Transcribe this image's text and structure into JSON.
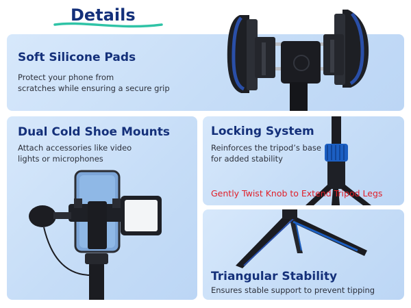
{
  "header": {
    "title": "Details",
    "underline_color": "#2fc3a6"
  },
  "colors": {
    "title": "#14307a",
    "body_text": "#2b2f3a",
    "card_bg": "#c9def7",
    "accent_blue": "#1c5fc2",
    "red_note": "#e0202a"
  },
  "cards": {
    "silicone": {
      "title": "Soft Silicone Pads",
      "desc_line1": "Protect your phone from",
      "desc_line2": "scratches while ensuring a secure grip",
      "image_icon": "phone-clamp-image"
    },
    "cold_shoe": {
      "title": "Dual Cold Shoe Mounts",
      "desc_line1": "Attach accessories like video",
      "desc_line2": "lights or microphones",
      "image_icon": "phone-mount-with-light-and-mic-image"
    },
    "locking": {
      "title": "Locking System",
      "desc_line1": "Reinforces the tripod’s base",
      "desc_line2": "for added stability",
      "note": "Gently Twist Knob to Extend Tripod Legs",
      "image_icon": "tripod-lock-knob-image"
    },
    "triangular": {
      "title": "Triangular Stability",
      "desc_line1": "Ensures stable support to prevent tipping",
      "image_icon": "tripod-legs-image"
    }
  }
}
